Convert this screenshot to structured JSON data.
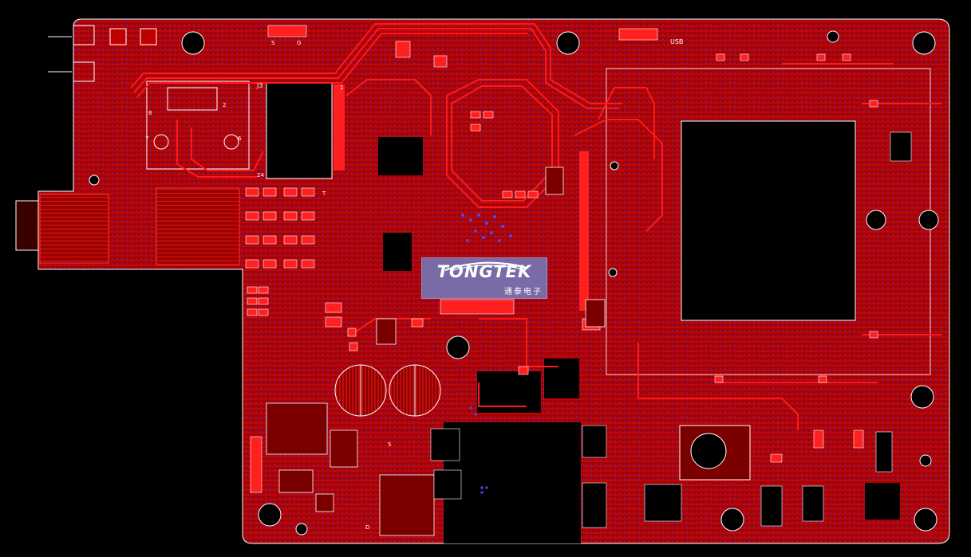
{
  "colors": {
    "background": "#000000",
    "copper": "#b00000",
    "copper_bright": "#ff2020",
    "via": "#3b3bff",
    "silkscreen": "#ffffff",
    "logo_bg": "#7a6aa6"
  },
  "logo": {
    "brand": "TONGTEK",
    "subtitle": "通泰电子"
  },
  "labels": {
    "usb": "USB",
    "j3": "J3",
    "pin1": "1",
    "pin2": "2",
    "pin24": "24",
    "pin7": "7",
    "pin8": "8",
    "pin6": "6",
    "pin5": "5",
    "pinD": "D",
    "pinT": "T",
    "lbl_s": "S",
    "lbl_g": "G"
  }
}
